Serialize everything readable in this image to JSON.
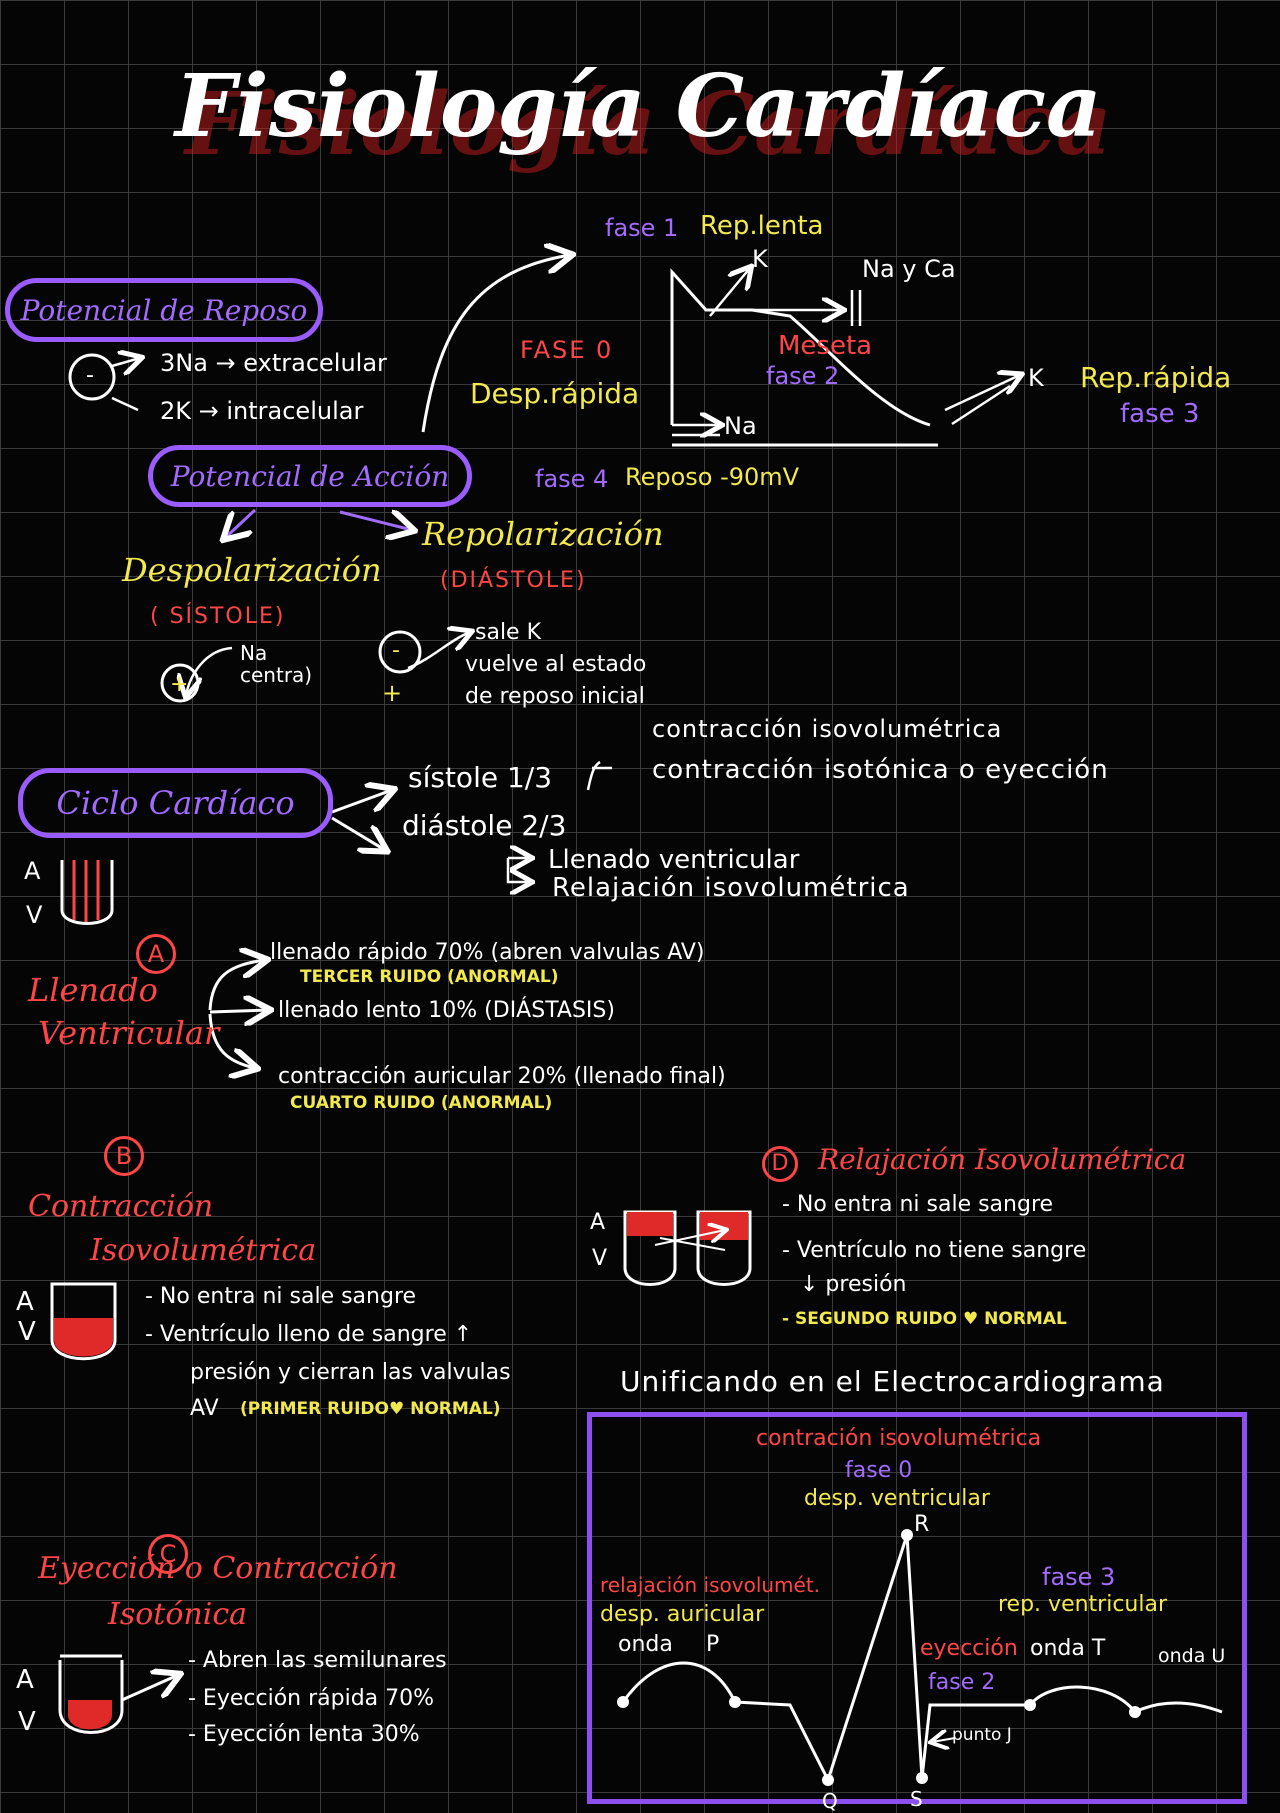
{
  "title": "Fisiología Cardíaca",
  "potencial_reposo": {
    "label": "Potencial de Reposo",
    "line1": "3Na → extracelular",
    "line2": "2K → intracelular",
    "minus_sign": "-"
  },
  "potencial_accion": {
    "label": "Potencial de Acción",
    "depolarizacion": "Despolarización",
    "sistole": "( SÍSTOLE)",
    "na_entra": "Na\ncentra)",
    "repolarizacion": "Repolarización",
    "diastole": "(DIÁSTOLE)",
    "sale_k": "sale K",
    "vuelve": "vuelve al estado",
    "reposo_inicial": "de reposo inicial",
    "plus": "+",
    "minus": "-"
  },
  "action_potential_graph": {
    "fase1": "fase 1",
    "rep_lenta": "Rep.lenta",
    "k_top": "K",
    "na_y_ca": "Na y Ca",
    "fase0": "FASE 0",
    "desp_rapida": "Desp.rápida",
    "meseta": "Meseta",
    "fase2": "fase 2",
    "k_right": "K",
    "rep_rapida": "Rep.rápida",
    "fase3": "fase 3",
    "na": "Na",
    "fase4": "fase 4",
    "reposo": "Reposo -90mV"
  },
  "ciclo": {
    "label": "Ciclo Cardíaco",
    "sistole": "sístole 1/3",
    "diastole": "diástole 2/3",
    "contraccion_iso": "contracción isovolumétrica",
    "contraccion_isotonica": "contracción isotónica o eyección",
    "llenado_vent": "Llenado ventricular",
    "relajacion_iso": "Relajación isovolumétrica",
    "a": "A",
    "v": "V"
  },
  "llenado": {
    "marker": "A",
    "title1": "Llenado",
    "title2": "Ventricular",
    "rapido": "llenado rápido 70% (abren valvulas AV)",
    "tercer": "TERCER RUIDO (ANORMAL)",
    "lento": "llenado lento 10% (DIÁSTASIS)",
    "auricular": "contracción auricular 20% (llenado final)",
    "cuarto": "CUARTO RUIDO (ANORMAL)"
  },
  "contraccion_isovol": {
    "marker": "B",
    "title1": "Contracción",
    "title2": "Isovolumétrica",
    "a": "A",
    "v": "V",
    "item1": "- No entra ni sale sangre",
    "item2": "- Ventrículo lleno de sangre ↑",
    "item3": "presión y cierran las valvulas",
    "item4_prefix": "AV",
    "item4_note": "(PRIMER RUIDO♥ NORMAL)"
  },
  "relajacion_isovol": {
    "marker": "D",
    "title": "Relajación Isovolumétrica",
    "a": "A",
    "v": "V",
    "item1": "- No entra ni sale sangre",
    "item2": "- Ventrículo no tiene sangre",
    "item3": "↓ presión",
    "item4": "- SEGUNDO RUIDO ♥ NORMAL"
  },
  "eyeccion": {
    "marker": "C",
    "title1": "Eyección o Contracción",
    "title2": "Isotónica",
    "a": "A",
    "v": "V",
    "item1": "- Abren las semilunares",
    "item2": "- Eyección rápida 70%",
    "item3": "- Eyección lenta 30%"
  },
  "ecg": {
    "heading": "Unificando en el Electrocardiograma",
    "contraccion": "contración isovolumétrica",
    "fase0": "fase 0",
    "desp_vent": "desp. ventricular",
    "r": "R",
    "relajacion": "relajación isovolumét.",
    "desp_aur": "desp. auricular",
    "onda_p_label": "onda",
    "p": "P",
    "fase3": "fase 3",
    "rep_vent": "rep. ventricular",
    "eyeccion": "eyección",
    "onda_t": "onda T",
    "onda_u": "onda U",
    "fase2": "fase 2",
    "punto_j": "punto J",
    "q": "Q",
    "s": "S"
  }
}
